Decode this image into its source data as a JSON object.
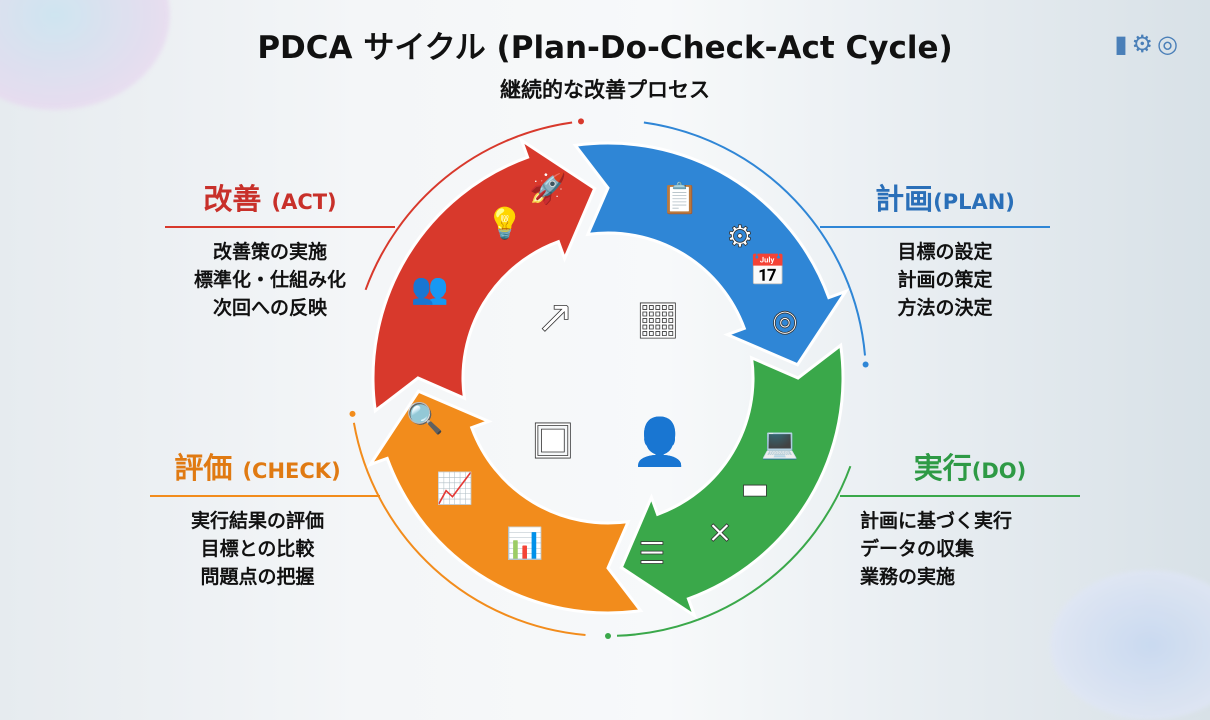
{
  "header": {
    "title": "PDCA サイクル (Plan-Do-Check-Act Cycle)",
    "subtitle": "継続的な改善プロセス"
  },
  "phases": {
    "act": {
      "jp": "改善",
      "en": "(ACT)",
      "color": "#c8302a",
      "items": [
        "改善策の実施",
        "標準化・仕組み化",
        "次回への反映"
      ]
    },
    "plan": {
      "jp": "計画",
      "en": "(PLAN)",
      "color": "#2a6fb8",
      "items": [
        "目標の設定",
        "計画の策定",
        "方法の決定"
      ]
    },
    "check": {
      "jp": "評価",
      "en": "(CHECK)",
      "color": "#e07a12",
      "items": [
        "実行結果の評価",
        "目標との比較",
        "問題点の把握"
      ]
    },
    "do": {
      "jp": "実行",
      "en": "(DO)",
      "color": "#2e9a45",
      "items": [
        "計画に基づく実行",
        "データの収集",
        "業務の実施"
      ]
    }
  },
  "arc_colors": {
    "act": "#d8392c",
    "plan": "#2f86d6",
    "do": "#3aa84a",
    "check": "#f28c1c"
  }
}
